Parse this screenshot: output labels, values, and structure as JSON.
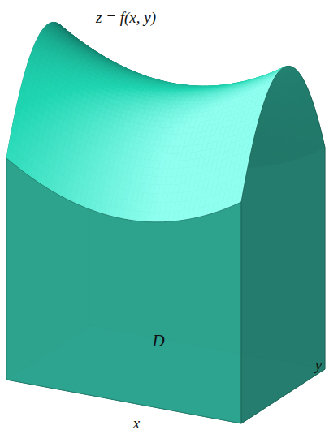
{
  "diagram": {
    "labels": [
      "z = f(x, y)",
      "D",
      "x",
      "y"
    ]
  }
}
